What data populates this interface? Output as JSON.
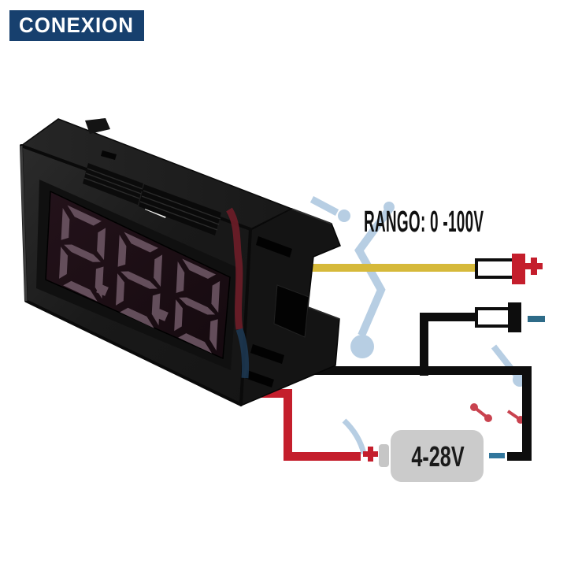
{
  "brand": {
    "logo_text": "CONEXION",
    "logo_bg": "#17406e",
    "logo_fg": "#ffffff"
  },
  "annotation": {
    "range_label": "RANGO: 0 -100V",
    "text_color": "#101010"
  },
  "meter": {
    "device": "7-segment panel voltmeter",
    "segments_ghost": "8.8.8",
    "body_color": "#161616",
    "digit_color": "#6e5765",
    "window_color": "#1c0f15"
  },
  "wiring": {
    "measure_positive": {
      "wire_color": "#d6b93a",
      "terminal_fill": "#ffffff",
      "terminal_cap_color": "#c41e2c",
      "symbol": "+",
      "symbol_color": "#c41e2c"
    },
    "measure_negative": {
      "wire_color": "#0d0d0d",
      "terminal_fill": "#ffffff",
      "terminal_cap_color": "#0d0d0d",
      "symbol": "−",
      "symbol_color": "#2e6b88"
    },
    "power_positive": {
      "wire_color": "#c41e2c",
      "symbol": "+",
      "symbol_color": "#c41e2c"
    },
    "power_negative": {
      "wire_color": "#0d0d0d",
      "symbol": "−",
      "symbol_color": "#31769c"
    },
    "power_source": {
      "label": "4-28V",
      "body_color": "#cbcbcb",
      "nub_color": "#c6c6c6",
      "text_color": "#1a1a1a"
    }
  },
  "watermark": {
    "blue": "#b7cee3",
    "pink": "#f3cad0",
    "red_node": "#c9434f",
    "dark_red": "#6e1d28",
    "dark_blue": "#1d3a55"
  }
}
